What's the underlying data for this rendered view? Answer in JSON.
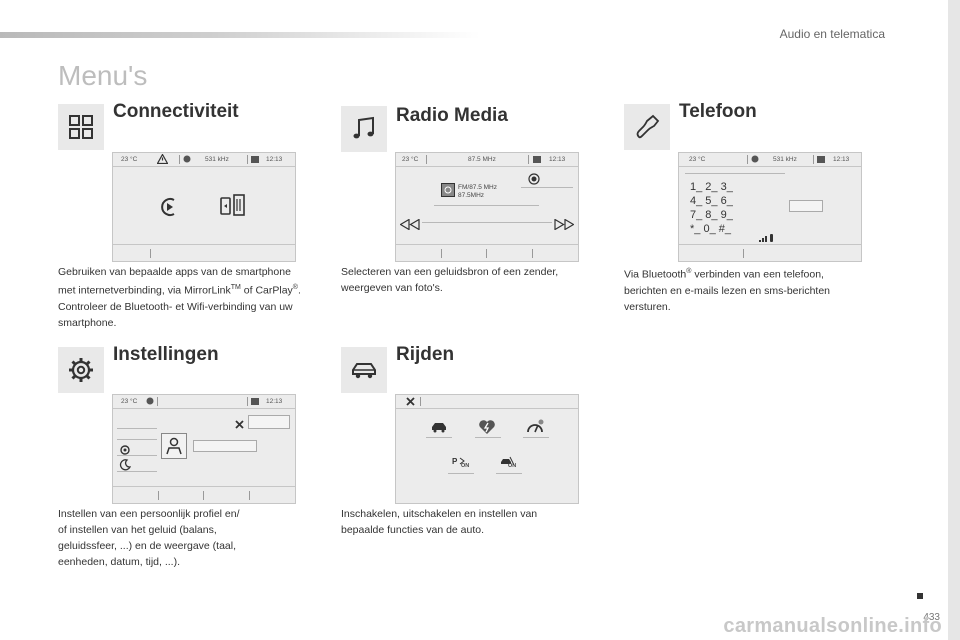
{
  "header": {
    "section_title": "Audio en telematica"
  },
  "page": {
    "title": "Menu's",
    "number": "433"
  },
  "watermark": {
    "text": "carmanualsonline.info"
  },
  "menus": {
    "connectiviteit": {
      "title": "Connectiviteit",
      "icon": "grid-icon",
      "desc_1": "Gebruiken van bepaalde apps van de smartphone",
      "desc_2a": "met internetverbinding, via MirrorLink",
      "desc_2_tm": "TM",
      "desc_2b": " of CarPlay",
      "desc_2_reg": "®",
      "desc_2c": ".",
      "desc_3": "Controleer de Bluetooth- et Wifi-verbinding van uw",
      "desc_4": "smartphone.",
      "screen": {
        "temp": "23 °C",
        "freq": "531 kHz",
        "time": "12:13"
      }
    },
    "radio_media": {
      "title": "Radio Media",
      "icon": "music-note-icon",
      "desc_1": "Selecteren van een geluidsbron of een zender,",
      "desc_2": "weergeven van foto's.",
      "screen": {
        "temp": "23 °C",
        "freq": "87.5 MHz",
        "time": "12:13",
        "station_1": "FM/87.5 MHz",
        "station_2": "87.5MHz"
      }
    },
    "telefoon": {
      "title": "Telefoon",
      "icon": "phone-icon",
      "desc_1a": "Via Bluetooth",
      "desc_1_reg": "®",
      "desc_1b": " verbinden van een telefoon,",
      "desc_2": "berichten en e-mails lezen en sms-berichten",
      "desc_3": "versturen.",
      "screen": {
        "temp": "23 °C",
        "freq": "531 kHz",
        "time": "12:13",
        "keys_row1": "1_ 2_ 3_",
        "keys_row2": "4_ 5_ 6_",
        "keys_row3": "7_ 8_ 9_",
        "keys_row4": "*_ 0_ #_"
      }
    },
    "instellingen": {
      "title": "Instellingen",
      "icon": "gear-icon",
      "desc_1": "Instellen van een persoonlijk profiel en/",
      "desc_2": "of instellen van het geluid (balans,",
      "desc_3": "geluidssfeer, ...) en de weergave (taal,",
      "desc_4": "eenheden, datum, tijd, ...).",
      "screen": {
        "temp": "23 °C",
        "time": "12:13"
      }
    },
    "rijden": {
      "title": "Rijden",
      "icon": "car-icon",
      "desc_1": "Inschakelen, uitschakelen en instellen van",
      "desc_2": "bepaalde functies van de auto.",
      "screen": {
        "on_1": "ON",
        "on_2": "ON"
      }
    }
  }
}
